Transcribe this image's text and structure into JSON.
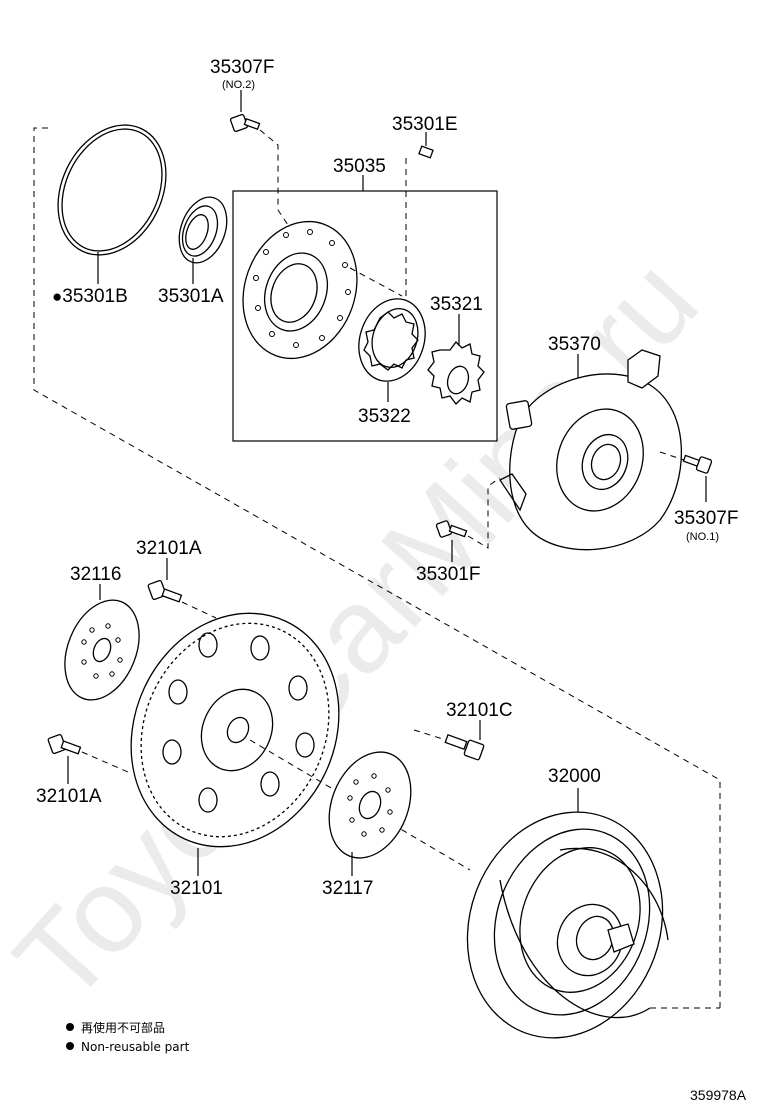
{
  "diagram": {
    "watermark": "ToyotaCarMine.ru",
    "group_box_label": "35035",
    "parts": {
      "p35307F_top": {
        "code": "35307F",
        "note": "(NO.2)"
      },
      "p35301E": {
        "code": "35301E"
      },
      "p35301B": {
        "code": "35301B",
        "non_reusable": true
      },
      "p35301A": {
        "code": "35301A"
      },
      "p35321": {
        "code": "35321"
      },
      "p35322": {
        "code": "35322"
      },
      "p35370": {
        "code": "35370"
      },
      "p35307F_right": {
        "code": "35307F",
        "note": "(NO.1)"
      },
      "p35301F": {
        "code": "35301F"
      },
      "p32101A_top": {
        "code": "32101A"
      },
      "p32116": {
        "code": "32116"
      },
      "p32101A_left": {
        "code": "32101A"
      },
      "p32101C": {
        "code": "32101C"
      },
      "p32000": {
        "code": "32000"
      },
      "p32101": {
        "code": "32101"
      },
      "p32117": {
        "code": "32117"
      }
    },
    "legend": {
      "line_cn": "再使用不可部品",
      "line_en": "Non-reusable part"
    },
    "reference_number": "359978A"
  }
}
